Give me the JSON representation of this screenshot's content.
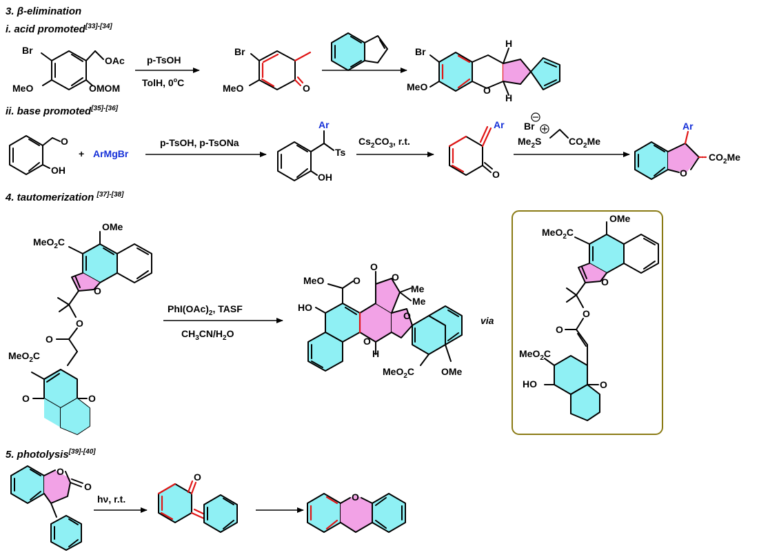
{
  "headings": {
    "s3_prefix": "3. ",
    "s3_beta": "β",
    "s3_rest": "-elimination",
    "s3i": "i. acid promoted",
    "s3i_ref": "[33]-[34]",
    "s3ii": "ii. base promoted",
    "s3ii_ref": "[35]-[36]",
    "s4": "4. tautomerization ",
    "s4_ref": "[37]-[38]",
    "s5": "5. photolysis",
    "s5_ref": "[39]-[40]"
  },
  "acid": {
    "sm_br": "Br",
    "sm_oac": "OAc",
    "sm_meo": "MeO",
    "sm_omom": "OMOM",
    "cond_top": "p-TsOH",
    "cond_bottom": "TolH, 0",
    "cond_deg": "o",
    "cond_c": "C",
    "int_br": "Br",
    "int_meo": "MeO",
    "int_o": "O",
    "prod_br": "Br",
    "prod_meo": "MeO",
    "prod_o": "O",
    "prod_h1": "H",
    "prod_h2": "H"
  },
  "base": {
    "sm_o": "O",
    "sm_oh": "OH",
    "plus": "+",
    "reagent": "ArMgBr",
    "cond1": "p-TsOH, p-TsONa",
    "int1_ar": "Ar",
    "int1_ts": "Ts",
    "int1_oh": "OH",
    "cond2_a": "Cs",
    "cond2_sub": "2",
    "cond2_b": "CO",
    "cond2_sub2": "3",
    "cond2_c": ", r.t.",
    "int2_ar": "Ar",
    "int2_o": "O",
    "ylide_br": "Br",
    "ylide_me": "Me",
    "ylide_sub": "2",
    "ylide_s": "S",
    "ylide_ester": "CO",
    "ylide_ester_sub": "2",
    "ylide_ester_me": "Me",
    "prod_ar": "Ar",
    "prod_ester": "CO",
    "prod_ester_sub": "2",
    "prod_ester_me": "Me",
    "prod_o": "O"
  },
  "tauto": {
    "sm_ome": "OMe",
    "sm_meo2c_top": "MeO",
    "sm_meo2c_top_sub": "2",
    "sm_meo2c_top_c": "C",
    "sm_o_furan": "O",
    "sm_o_ester": "O",
    "sm_o_carbonyl": "O",
    "sm_meo2c_bottom": "MeO",
    "sm_meo2c_bottom_sub": "2",
    "sm_meo2c_bottom_c": "C",
    "sm_o_left": "O",
    "sm_o_right": "O",
    "cond_top": "PhI(OAc)",
    "cond_top_sub": "2",
    "cond_top_tail": ", TASF",
    "cond_bottom": "CH",
    "cond_bottom_sub": "3",
    "cond_bottom_tail": "CN/H",
    "cond_bottom_sub2": "2",
    "cond_bottom_o": "O",
    "prod_meo": "MeO",
    "prod_o_carbonyl": "O",
    "prod_o_lactone_top": "O",
    "prod_o_lactone_ring": "O",
    "prod_me1": "Me",
    "prod_me2": "Me",
    "prod_ho": "HO",
    "prod_o_pyran": "O",
    "prod_o_furan": "O",
    "prod_h": "H",
    "prod_meo2c": "MeO",
    "prod_meo2c_sub": "2",
    "prod_meo2c_c": "C",
    "prod_ome": "OMe",
    "via": "via",
    "box_ome": "OMe",
    "box_meo2c_top": "MeO",
    "box_meo2c_top_sub": "2",
    "box_meo2c_top_c": "C",
    "box_o_furan": "O",
    "box_o_ester": "O",
    "box_o_carbonyl": "O",
    "box_meo2c": "MeO",
    "box_meo2c_sub": "2",
    "box_meo2c_c": "C",
    "box_ho": "HO",
    "box_o_ketone": "O"
  },
  "photo": {
    "sm_o_ring": "O",
    "sm_o_carbonyl": "O",
    "cond": "hν, r.t.",
    "int_o": "O",
    "prod_o": "O"
  },
  "colors": {
    "ring_cyan": "#8ff0f4",
    "ring_pink": "#f2a2e6",
    "new_bond_red": "#e01515",
    "reagent_blue": "#1530d8",
    "box_border": "#8a7a14"
  }
}
